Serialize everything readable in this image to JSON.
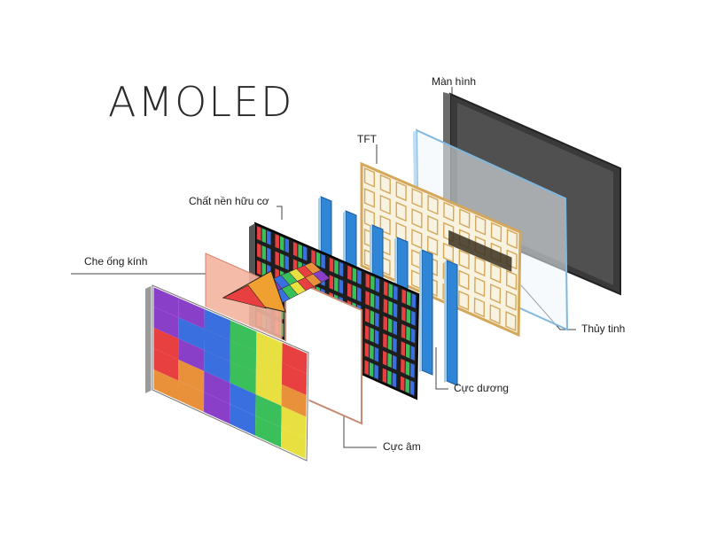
{
  "title": "AMOLED",
  "labels": {
    "screen": "Màn hình",
    "tft": "TFT",
    "organic_substrate": "Chất nền hữu cơ",
    "lens_cover": "Che ống kính",
    "glass": "Thủy tinh",
    "anode": "Cực dương",
    "cathode": "Cực âm"
  },
  "colors": {
    "pixel_grid": [
      "#8a3fc9",
      "#3a6fe0",
      "#3bbf5a",
      "#e8e040",
      "#e84040",
      "#e8903a"
    ],
    "tft_gold": "#d4a85a",
    "anode_blue": "#2f86d6",
    "cathode_pink": "#f2b49e",
    "frame_dark": "#2b2b2b"
  },
  "layers": [
    "lens_cover",
    "cathode",
    "organic_substrate",
    "anode",
    "tft",
    "glass",
    "screen"
  ]
}
